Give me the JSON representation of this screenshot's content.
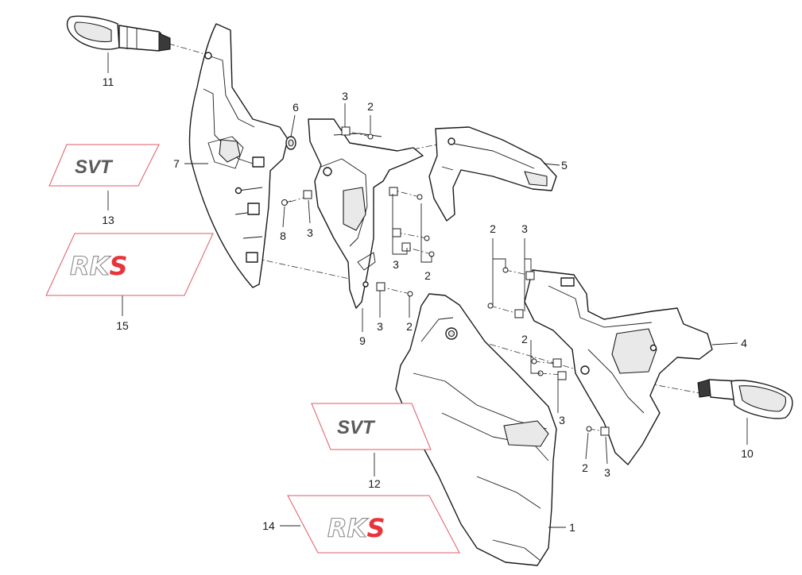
{
  "callouts": {
    "c1": "1",
    "c2a": "2",
    "c2b": "2",
    "c2c": "2",
    "c2d": "2",
    "c2e": "2",
    "c2f": "2",
    "c3a": "3",
    "c3b": "3",
    "c3c": "3",
    "c3d": "3",
    "c3e": "3",
    "c3f": "3",
    "c3g": "3",
    "c4": "4",
    "c5": "5",
    "c6": "6",
    "c7": "7",
    "c8": "8",
    "c9": "9",
    "c10": "10",
    "c11": "11",
    "c12": "12",
    "c13": "13",
    "c14": "14",
    "c15": "15"
  },
  "decals": {
    "svt_upper": "SVT",
    "svt_lower": "SVT",
    "rks_upper_prefix": "RK",
    "rks_upper_suffix": "S",
    "rks_lower_prefix": "RK",
    "rks_lower_suffix": "S"
  },
  "colors": {
    "decal_frame": "#e05a66",
    "rks_accent": "#e8343b",
    "line": "#1a1a1a"
  }
}
